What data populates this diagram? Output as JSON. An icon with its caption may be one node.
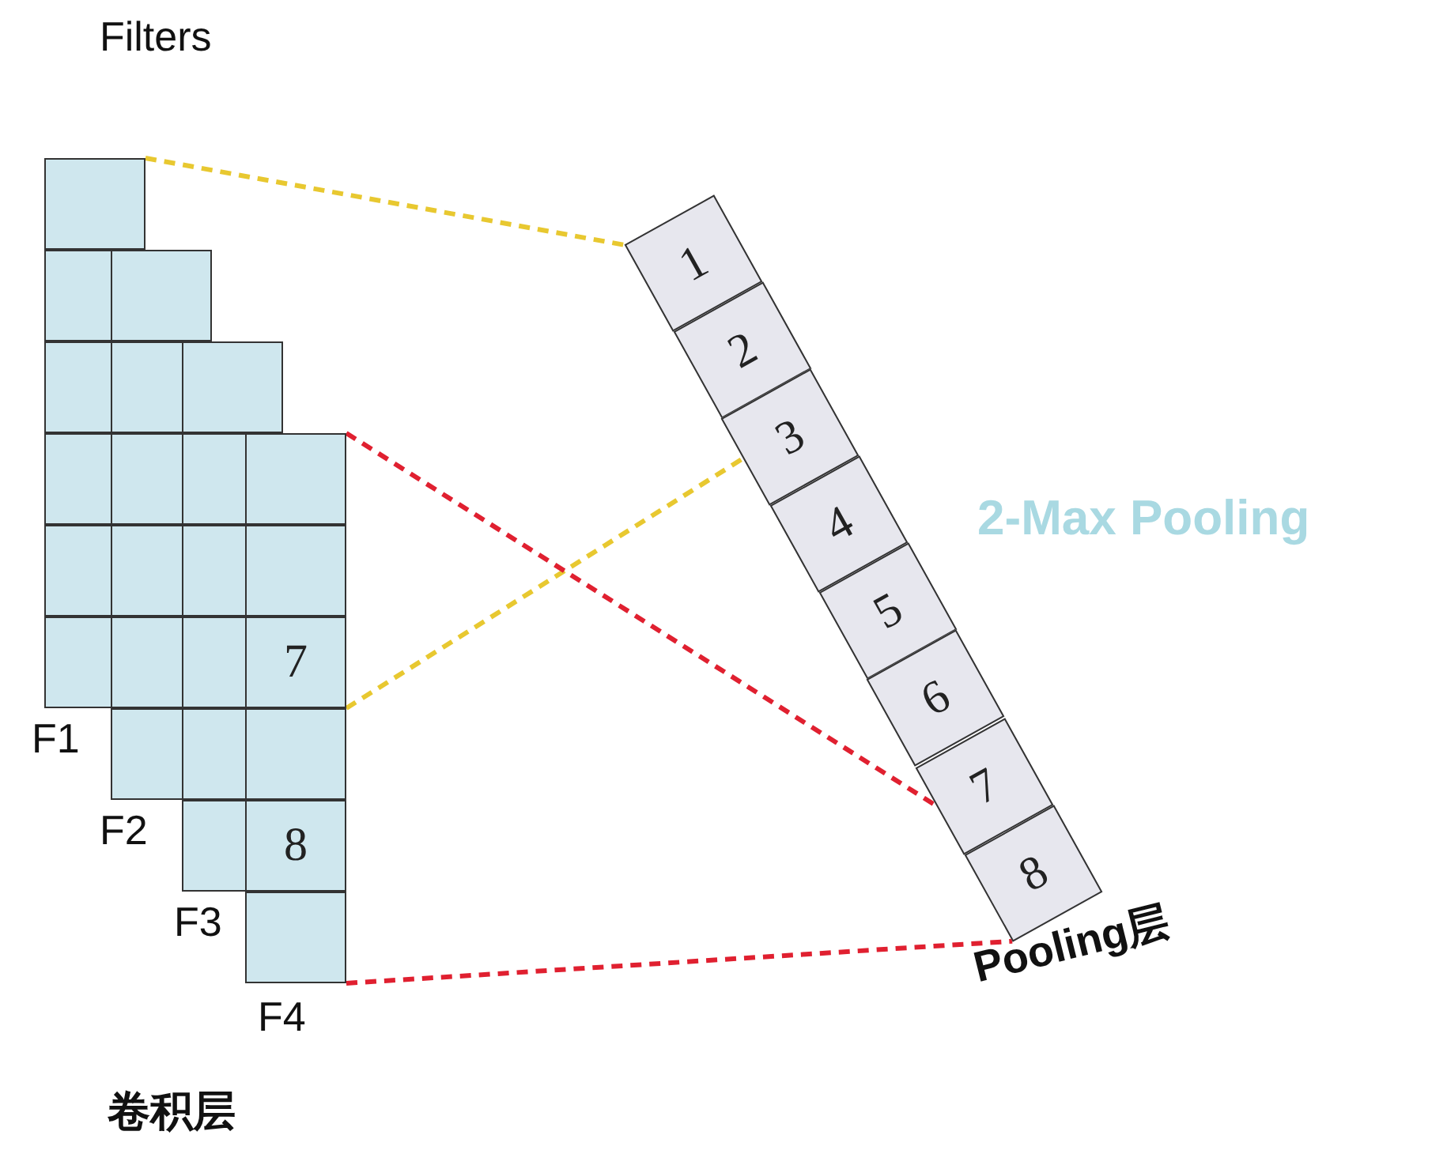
{
  "diagram": {
    "nodes": [
      {
        "text": [],
        "shape": "box"
      },
      {
        "text": [],
        "shape": "box"
      },
      {
        "text": [],
        "shape": "box"
      },
      {
        "text": [],
        "shape": "box"
      },
      {
        "text": [],
        "shape": "box"
      },
      {
        "text": [],
        "shape": "box"
      },
      {
        "text": [],
        "shape": "box"
      },
      {
        "text": [],
        "shape": "box"
      },
      {
        "text": [],
        "shape": "box"
      },
      {
        "text": [],
        "shape": "box"
      },
      {
        "text": [],
        "shape": "box"
      },
      {
        "text": [],
        "shape": "box"
      },
      {
        "text": [],
        "shape": "box"
      },
      {
        "text": [],
        "shape": "box"
      },
      {
        "text": [],
        "shape": "box"
      },
      {
        "text": [],
        "shape": "box"
      },
      {
        "text": [],
        "shape": "box"
      },
      {
        "text": [],
        "shape": "box"
      },
      {
        "text": [],
        "shape": "box"
      },
      {
        "text": [],
        "shape": "box"
      },
      {
        "text": [
          "7"
        ]
      },
      {
        "text": [],
        "shape": "box"
      },
      {
        "text": [
          "8"
        ]
      },
      {
        "text": [],
        "shape": "box"
      },
      {
        "text": [
          "1"
        ]
      },
      {
        "text": [
          "2"
        ]
      },
      {
        "text": [
          "3"
        ]
      },
      {
        "text": [
          "4"
        ]
      },
      {
        "text": [
          "5"
        ]
      },
      {
        "text": [
          "6"
        ]
      },
      {
        "text": [
          "7"
        ]
      },
      {
        "text": [
          "8"
        ]
      }
    ],
    "edges": [
      {
        "from": 0,
        "to": 24,
        "arrow": "none",
        "style": "dashed",
        "color": "#e8c830"
      },
      {
        "from": 20,
        "to": 26,
        "arrow": "none",
        "style": "dashed",
        "color": "#e8c830"
      },
      {
        "from": 18,
        "to": 30,
        "arrow": "none",
        "style": "dashed",
        "color": "#e02030"
      },
      {
        "from": 23,
        "to": 31,
        "arrow": "none",
        "style": "dashed",
        "color": "#e02030"
      }
    ],
    "labels": [
      "Filters",
      "2-Max Pooling",
      "F1",
      "F2",
      "F3",
      "F4",
      "Pooling层",
      "卷积层"
    ]
  }
}
